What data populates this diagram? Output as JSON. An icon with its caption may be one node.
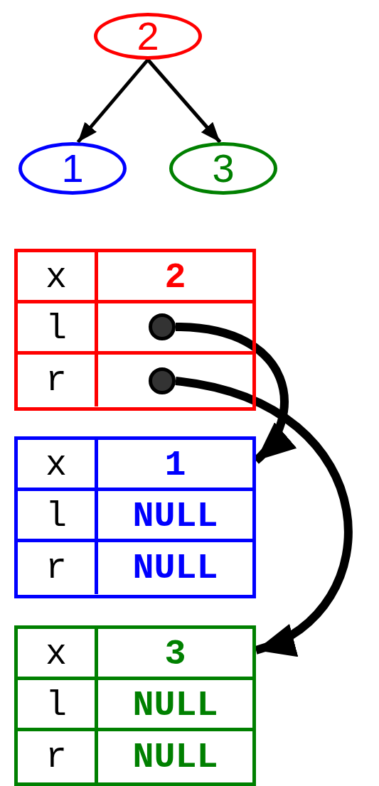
{
  "diagram": {
    "nodes": [
      {
        "text": [
          "2"
        ]
      },
      {
        "text": [
          "1"
        ]
      },
      {
        "text": [
          "3"
        ]
      },
      {
        "text": [],
        "shape": "box"
      },
      {
        "text": [
          "x"
        ],
        "in": 3
      },
      {
        "text": [
          "2"
        ],
        "in": 3
      },
      {
        "text": [
          "l"
        ],
        "in": 3
      },
      {
        "text": [],
        "shape": "circle",
        "in": 3
      },
      {
        "text": [
          "r"
        ],
        "in": 3
      },
      {
        "text": [],
        "shape": "circle",
        "in": 3
      },
      {
        "text": [],
        "shape": "box"
      },
      {
        "text": [
          "x"
        ],
        "in": 10
      },
      {
        "text": [
          "1"
        ],
        "in": 10
      },
      {
        "text": [
          "l"
        ],
        "in": 10
      },
      {
        "text": [
          "NULL"
        ],
        "in": 10
      },
      {
        "text": [
          "r"
        ],
        "in": 10
      },
      {
        "text": [
          "NULL"
        ],
        "in": 10
      },
      {
        "text": [],
        "shape": "box"
      },
      {
        "text": [
          "x"
        ],
        "in": 17
      },
      {
        "text": [
          "3"
        ],
        "in": 17
      },
      {
        "text": [
          "l"
        ],
        "in": 17
      },
      {
        "text": [
          "NULL"
        ],
        "in": 17
      },
      {
        "text": [
          "r"
        ],
        "in": 17
      },
      {
        "text": [
          "NULL"
        ],
        "in": 17
      }
    ],
    "edges": [
      {
        "from": 0,
        "to": 1,
        "arrow": "to"
      },
      {
        "from": 0,
        "to": 2,
        "arrow": "to"
      },
      {
        "from": 7,
        "to": 10,
        "arrow": "to",
        "style": "thick"
      },
      {
        "from": 9,
        "to": 17,
        "arrow": "to",
        "style": "thick"
      }
    ]
  }
}
